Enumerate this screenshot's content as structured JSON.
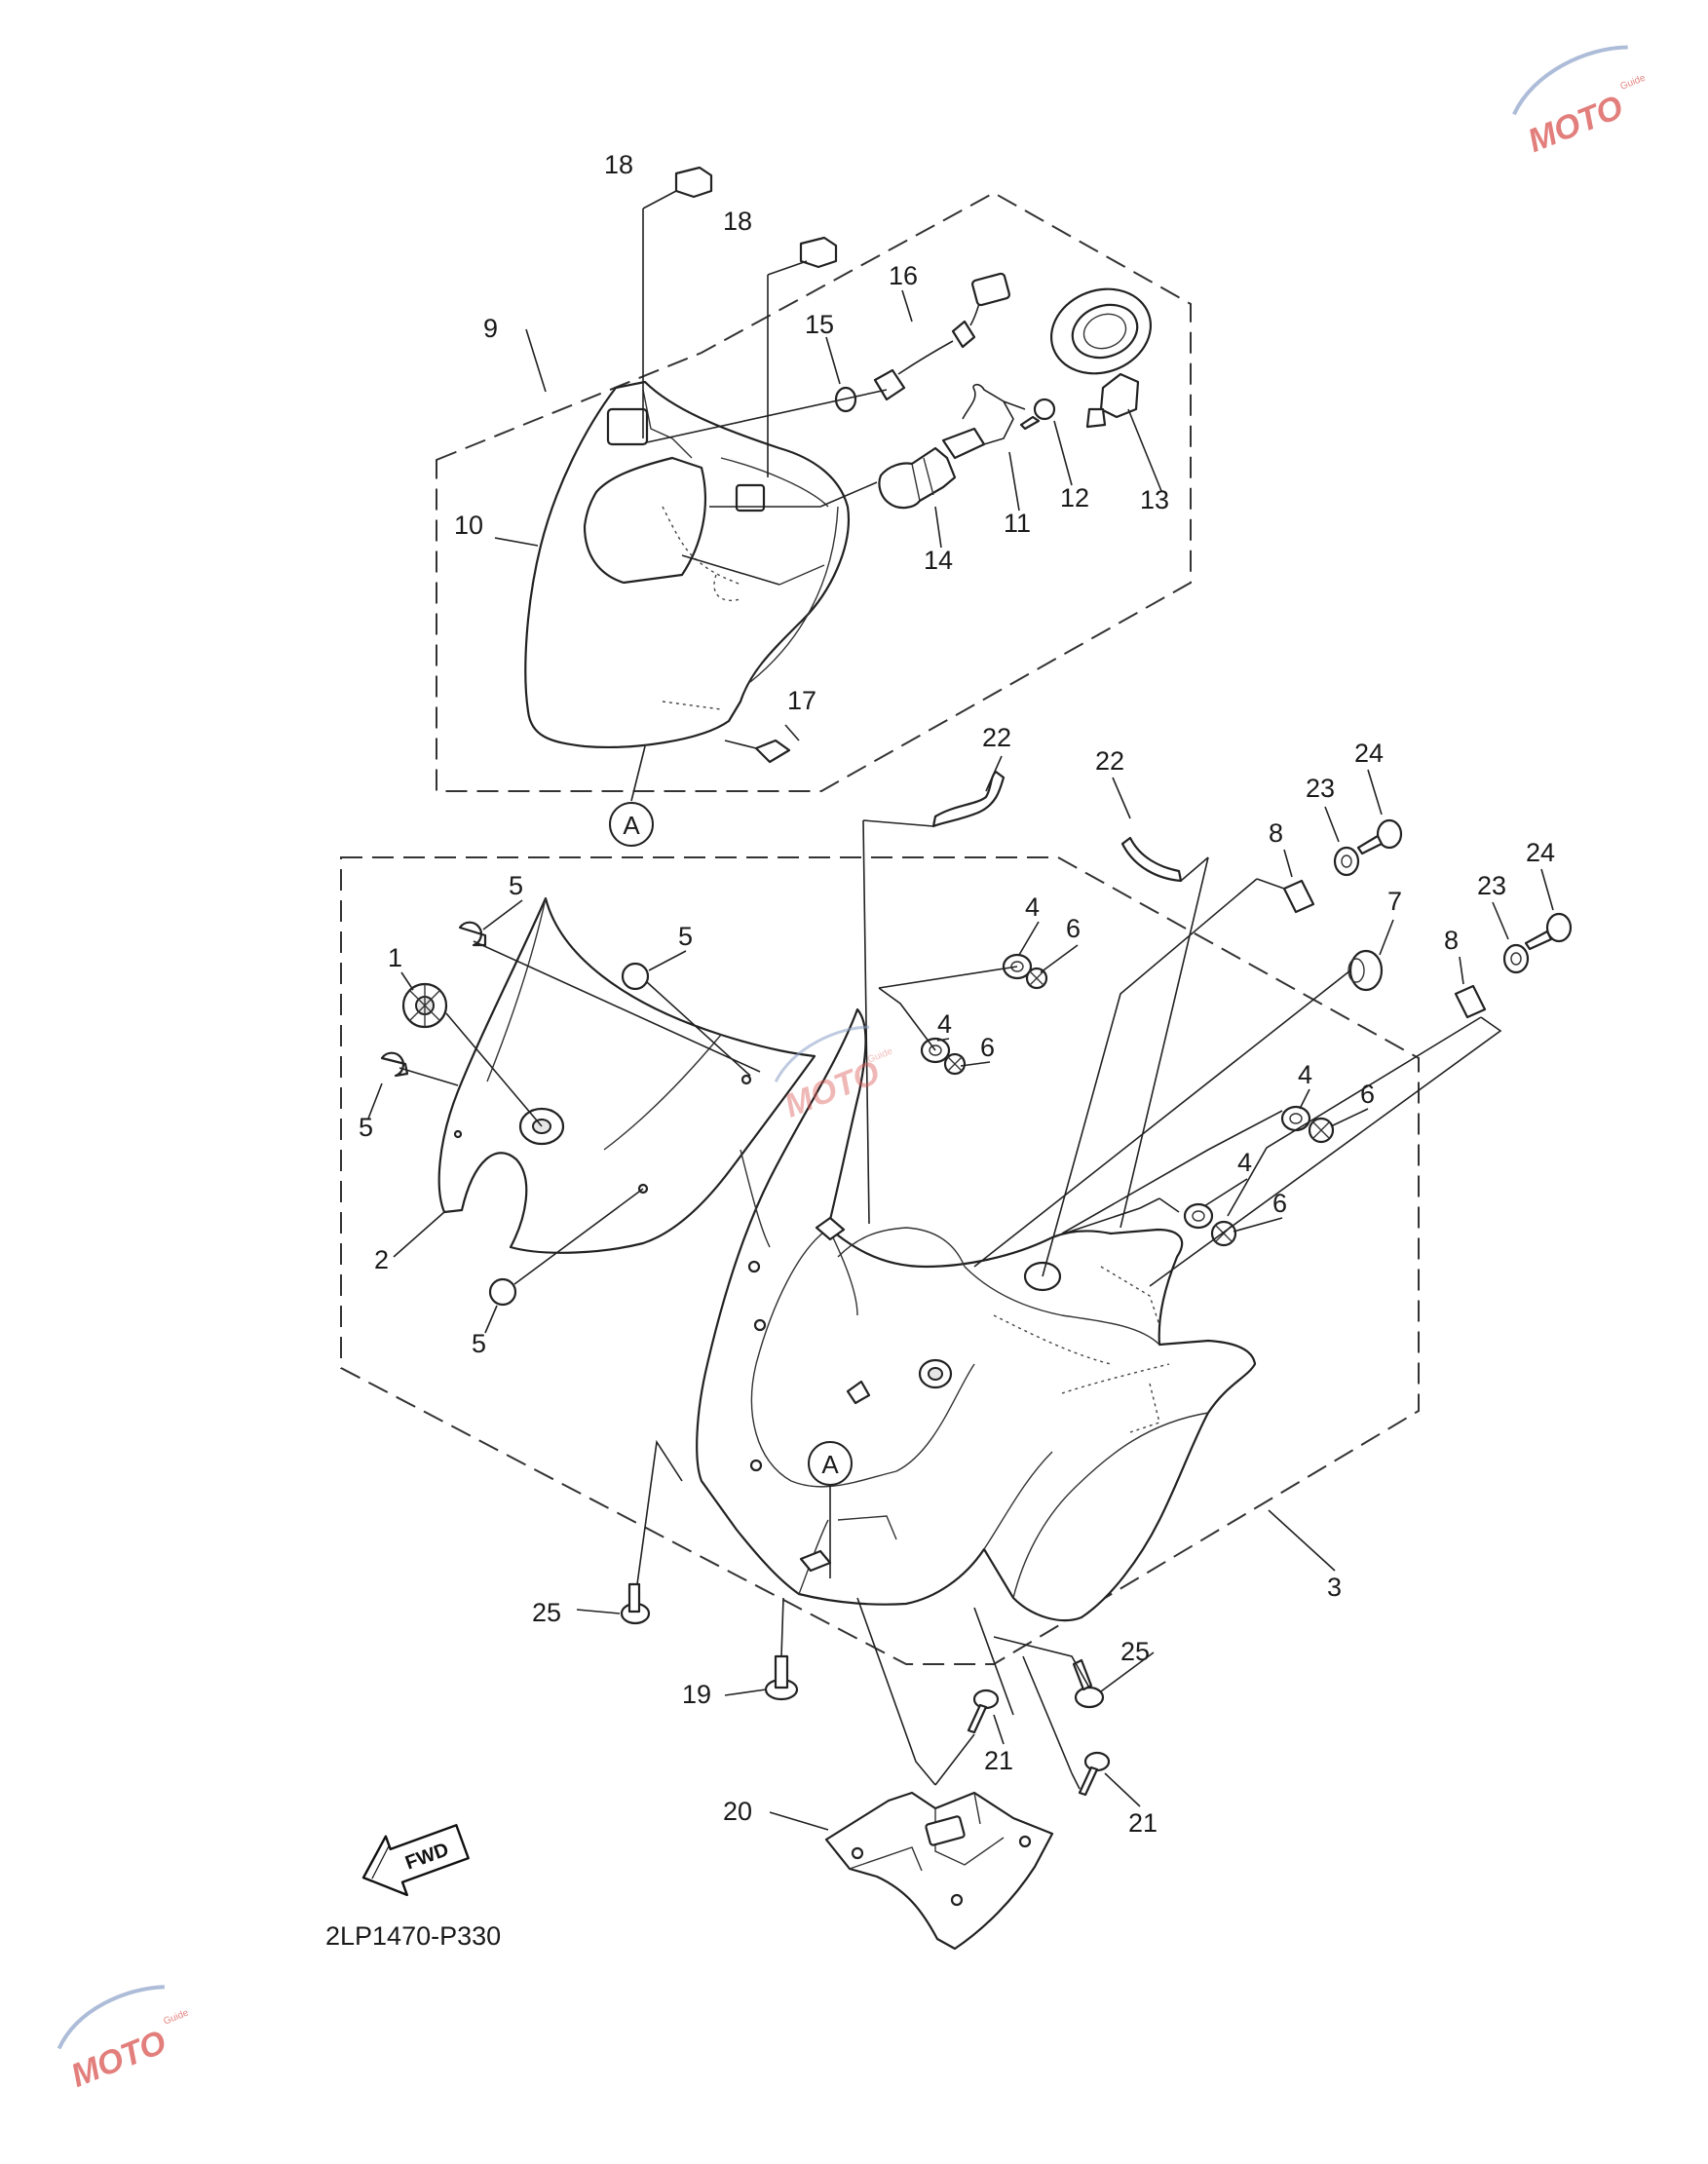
{
  "diagram_code": "2LP1470-P330",
  "reference_marker": "A",
  "direction_label": "FWD",
  "watermark": {
    "brand": "MOTO",
    "tagline": "Guide",
    "color": "#d9534f"
  },
  "part_numbers": [
    "1",
    "2",
    "3",
    "4",
    "4",
    "4",
    "4",
    "5",
    "5",
    "5",
    "5",
    "6",
    "6",
    "6",
    "6",
    "7",
    "8",
    "8",
    "9",
    "10",
    "11",
    "12",
    "13",
    "14",
    "15",
    "16",
    "17",
    "18",
    "18",
    "19",
    "20",
    "21",
    "21",
    "22",
    "22",
    "23",
    "23",
    "24",
    "24",
    "25",
    "25"
  ]
}
